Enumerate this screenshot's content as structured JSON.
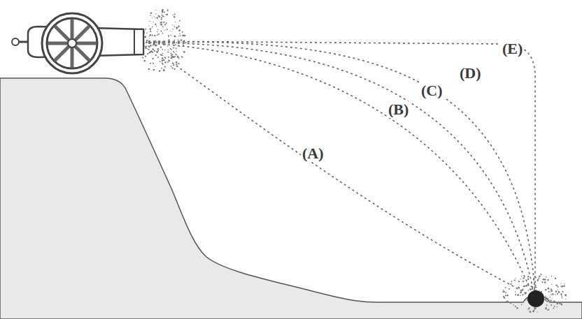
{
  "diagram": {
    "labels": [
      "(A)",
      "(B)",
      "(C)",
      "(D)",
      "(E)"
    ]
  }
}
